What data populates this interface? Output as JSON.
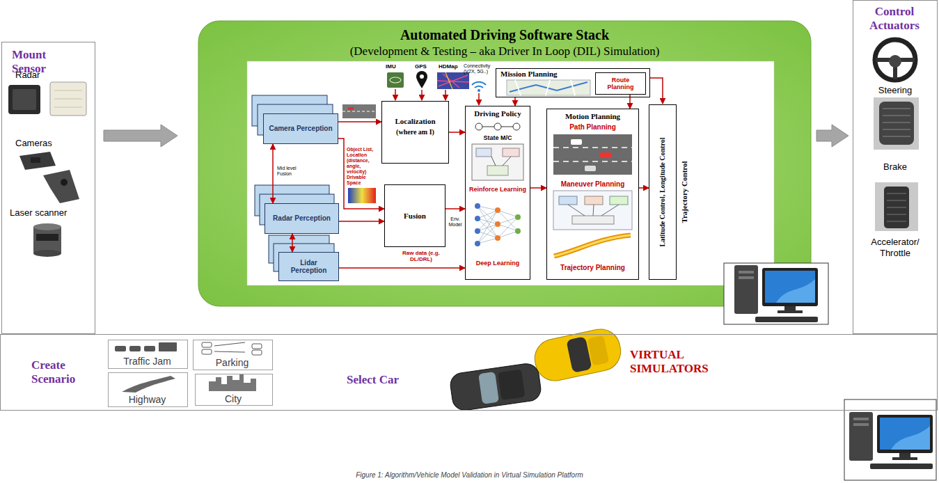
{
  "diagram": {
    "caption": "Figure 1: Algorithm/Vehicle Model Validation in Virtual Simulation Platform",
    "nodes": [
      {
        "text": [
          "Mount Sensor"
        ]
      },
      {
        "text": [
          "Automated Driving Software Stack",
          "(Development & Testing – aka Driver In Loop (DIL) Simulation)"
        ]
      },
      {
        "text": [
          "Camera Perception"
        ],
        "in": 1
      },
      {
        "text": [
          "Radar Perception"
        ],
        "in": 1
      },
      {
        "text": [
          "Lidar Perception"
        ],
        "in": 1
      },
      {
        "text": [
          "Localization",
          "(where am I)"
        ],
        "in": 1
      },
      {
        "text": [
          "Fusion"
        ],
        "in": 1
      },
      {
        "text": [
          "Mission Planning"
        ],
        "in": 1
      },
      {
        "text": [
          "Route Planning"
        ],
        "in": 7
      },
      {
        "text": [
          "Driving Policy",
          "State M/C",
          "Reinforce Learning",
          "Deep Learning"
        ],
        "in": 1
      },
      {
        "text": [
          "Motion Planning",
          "Path Planning",
          "Maneuver Planning",
          "Trajectory Planning"
        ],
        "in": 1
      },
      {
        "text": [
          "Latitude Control, Longitude Control",
          "Trajectory Control"
        ],
        "in": 1
      },
      {
        "text": [
          "Control Actuators"
        ]
      },
      {
        "text": [
          "Create Scenario"
        ]
      },
      {
        "text": [
          "Traffic Jam"
        ],
        "in": 13
      },
      {
        "text": [
          "Parking"
        ],
        "in": 13
      },
      {
        "text": [
          "Highway"
        ],
        "in": 13
      },
      {
        "text": [
          "City"
        ],
        "in": 13
      }
    ],
    "edges": [
      {
        "from": 0,
        "to": 1,
        "arrow": "to"
      },
      {
        "from": 1,
        "to": 12,
        "arrow": "to"
      },
      {
        "from": 2,
        "to": 5,
        "arrow": "to"
      },
      {
        "from": 2,
        "to": 6,
        "arrow": "to"
      },
      {
        "from": 3,
        "to": 6,
        "arrow": "to"
      },
      {
        "from": 4,
        "to": 9,
        "label": "Raw data (e.g. DL/DRL)",
        "arrow": "to"
      },
      {
        "from": 2,
        "to": 3,
        "arrow": "both"
      },
      {
        "from": 3,
        "to": 4,
        "arrow": "both"
      },
      {
        "from": 5,
        "to": 9,
        "arrow": "to"
      },
      {
        "from": 6,
        "to": 9,
        "label": "Env. Model",
        "arrow": "to"
      },
      {
        "from": 7,
        "to": 9,
        "arrow": "to"
      },
      {
        "from": 8,
        "to": 10,
        "arrow": "to"
      },
      {
        "from": 9,
        "to": 10,
        "arrow": "to"
      },
      {
        "from": 10,
        "to": 11,
        "arrow": "to"
      }
    ],
    "labels": [
      "Radar",
      "Cameras",
      "Laser scanner",
      "Steering",
      "Brake",
      "Accelerator/ Throttle",
      "IMU",
      "GPS",
      "HDMap",
      "Connectivity (V2X, 5G..)",
      "Object List, Location (distance, angle, velocity) Drivable Space",
      "Mid level Fusion",
      "Select Car",
      "VIRTUAL SIMULATORS"
    ]
  }
}
